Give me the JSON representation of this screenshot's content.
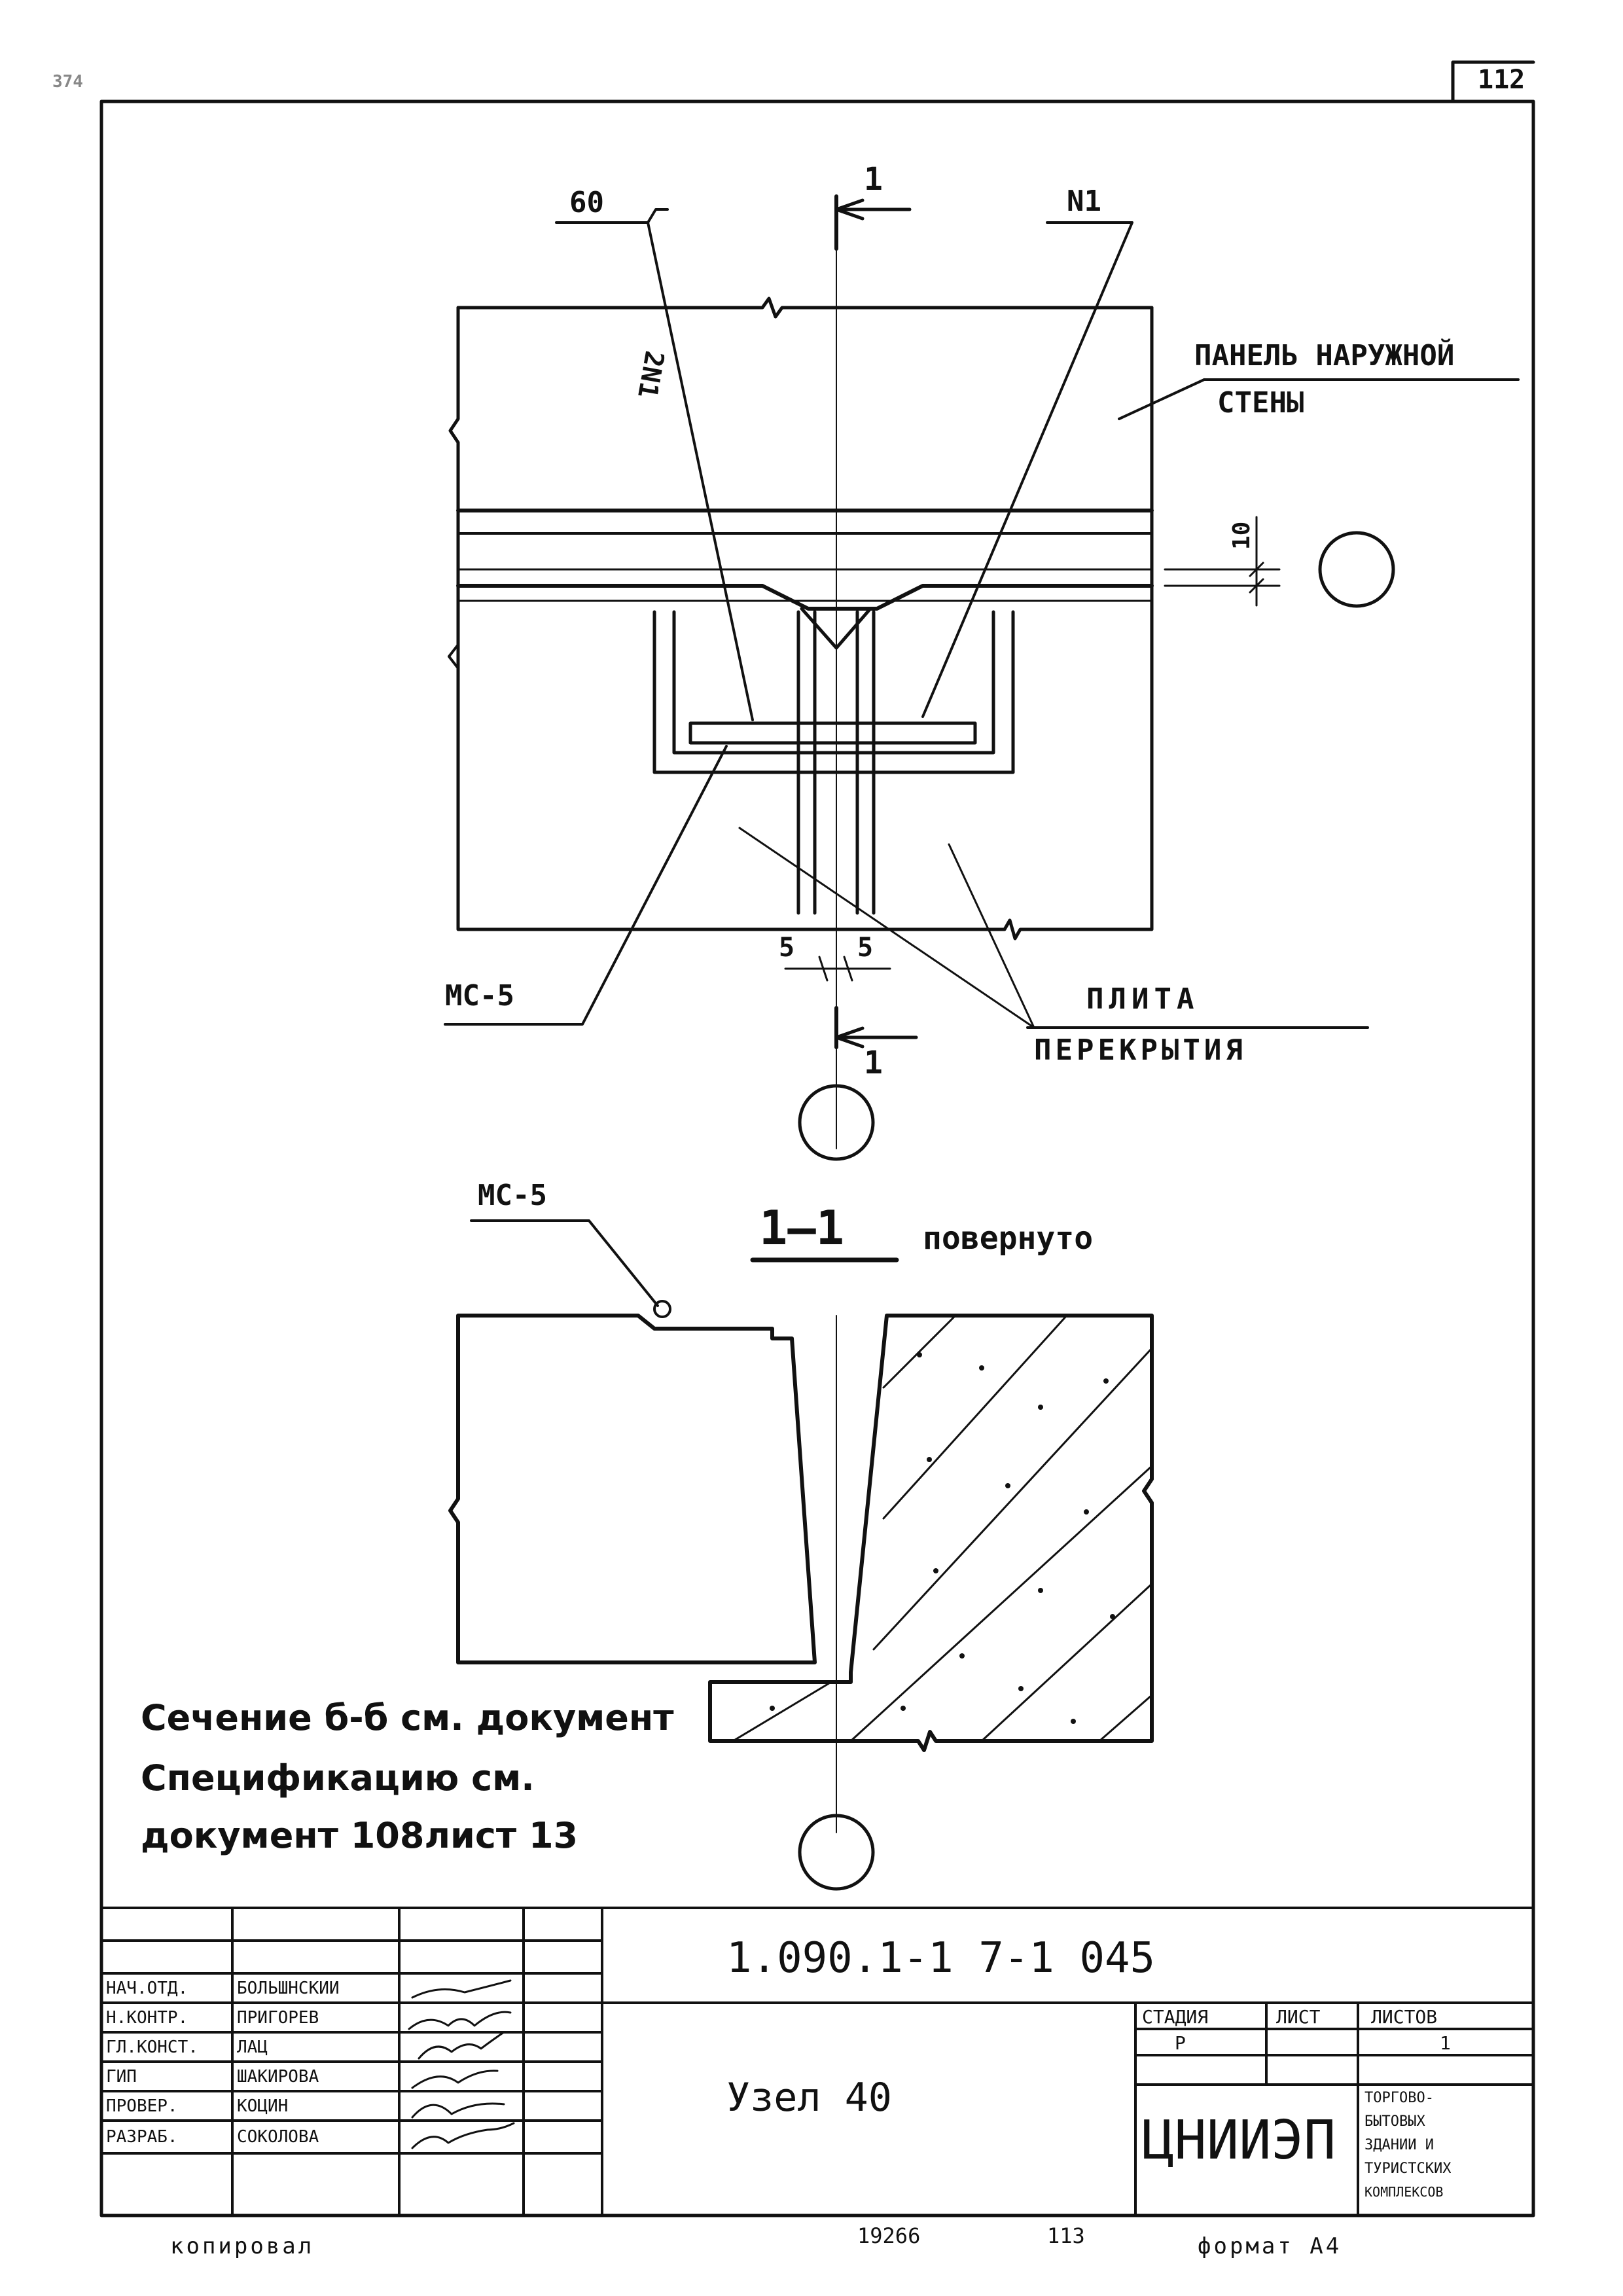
{
  "sheet": {
    "page_number": "112",
    "corner_mark": "374"
  },
  "plan": {
    "dim_60": "60",
    "section_number_top": "1",
    "rebar_n1": "N1",
    "rebar_2n1": "2N1",
    "wall_panel_line1": "ПАНЕЛЬ НАРУЖНОЙ",
    "wall_panel_line2": "СТЕНЫ",
    "dim_10": "10",
    "dim_5_left": "5",
    "dim_5_right": "5",
    "mc5": "МС-5",
    "slab_line1": "ПЛИТА",
    "slab_line2": "ПЕРЕКРЫТИЯ",
    "section_number_bottom": "1"
  },
  "section": {
    "mc5": "МС-5",
    "title": "1—1",
    "rotated": "повернуто"
  },
  "notes": {
    "line1": "Сечение б-б см. документ",
    "line2": "Спецификацию  см.",
    "line3": "документ 108лист 13"
  },
  "title_block": {
    "code": "1.090.1-1   7-1 045",
    "node": "Узел 40",
    "stage_header": "СТАДИЯ",
    "sheet_header": "ЛИСТ",
    "sheets_header": "ЛИСТОВ",
    "stage_value": "Р",
    "sheets_value": "1",
    "org": "ЦНИИЭП",
    "org_desc_1": "ТОРГОВО-",
    "org_desc_2": "БЫТОВЫХ",
    "org_desc_3": "ЗДАНИЙ И",
    "org_desc_4": "ТУРИСТСКИХ",
    "org_desc_5": "КОМПЛЕКСОВ",
    "roles": [
      {
        "role": "НАЧ.ОТД.",
        "name": "БОЛЬШНСКИЙ"
      },
      {
        "role": "Н.КОНТР.",
        "name": "ПРИГОРЕВ"
      },
      {
        "role": "ГЛ.КОНСТ.",
        "name": "ЛАЦ"
      },
      {
        "role": "ГИП",
        "name": "ШАКИРОВА"
      },
      {
        "role": "ПРОВЕР.",
        "name": "КОЦИН"
      },
      {
        "role": "РАЗРАБ.",
        "name": "СОКОЛОВА"
      }
    ]
  },
  "footer": {
    "copied": "копировал",
    "inventory": "19266",
    "page": "113",
    "format": "формат А4"
  }
}
